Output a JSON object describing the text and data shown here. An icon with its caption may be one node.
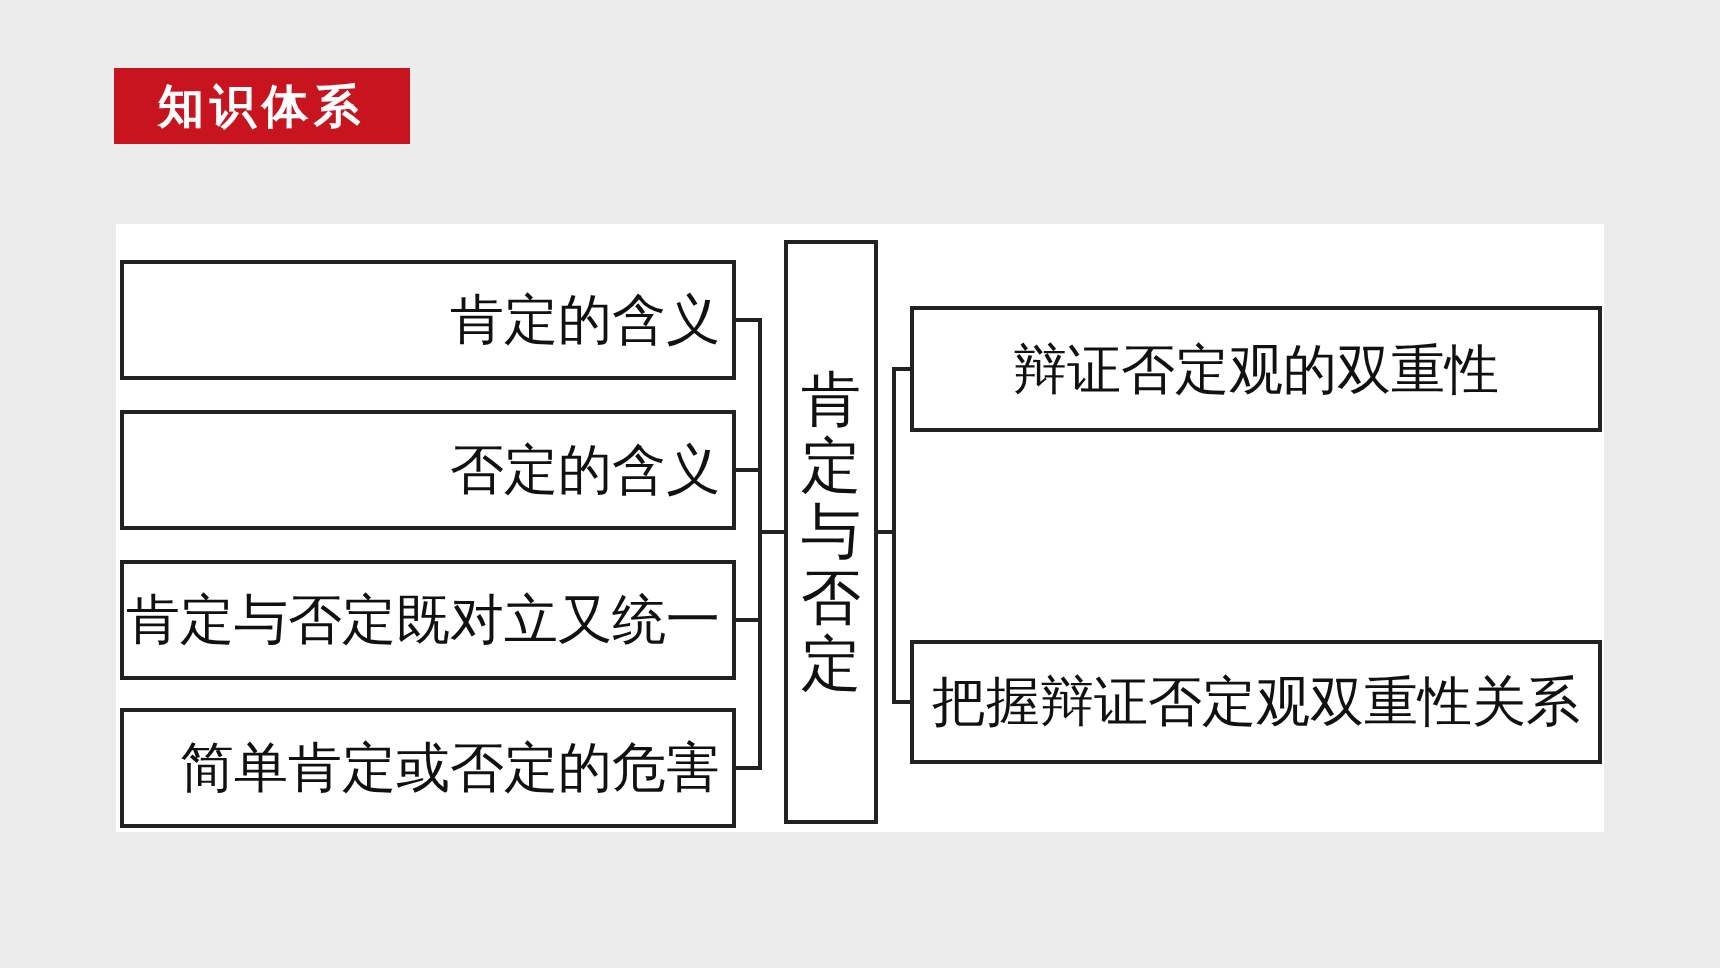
{
  "diagram": {
    "title": "知识体系",
    "nodes": [
      {
        "text": [
          "肯定与否定"
        ]
      },
      {
        "text": [
          "肯定的含义"
        ]
      },
      {
        "text": [
          "否定的含义"
        ]
      },
      {
        "text": [
          "肯定与否定既对立又统一"
        ]
      },
      {
        "text": [
          "简单肯定或否定的危害"
        ]
      },
      {
        "text": [
          "辩证否定观的双重性"
        ]
      },
      {
        "text": [
          "把握辩证否定观双重性关系"
        ]
      }
    ],
    "edges": [
      {
        "from": 0,
        "to": 1,
        "arrow": "none"
      },
      {
        "from": 0,
        "to": 2,
        "arrow": "none"
      },
      {
        "from": 0,
        "to": 3,
        "arrow": "none"
      },
      {
        "from": 0,
        "to": 4,
        "arrow": "none"
      },
      {
        "from": 0,
        "to": 5,
        "arrow": "none"
      },
      {
        "from": 0,
        "to": 6,
        "arrow": "none"
      }
    ]
  }
}
